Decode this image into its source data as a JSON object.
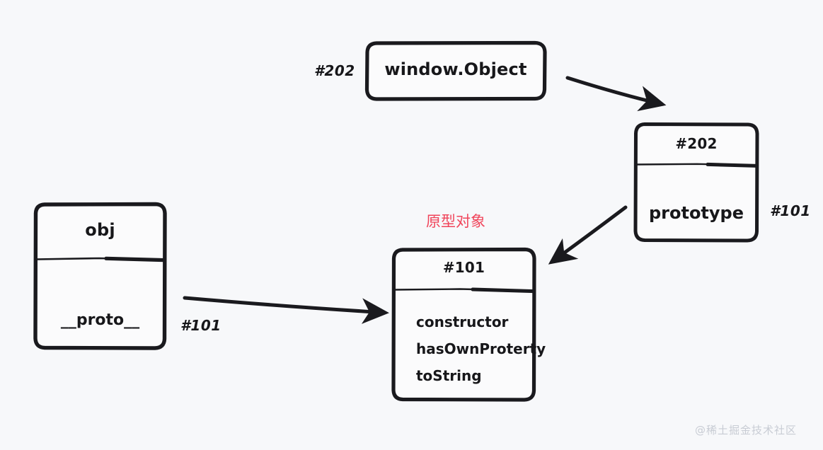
{
  "diagram": {
    "title": "JavaScript prototype chain diagram",
    "background_color": "#f7f8fa",
    "stroke_color": "#1a1a1e",
    "accent_color": "#f0455b",
    "watermark_color": "#c8ccd4"
  },
  "nodes": {
    "window_object": {
      "title": "window.Object",
      "ref_label": "#202"
    },
    "object_prototype_holder": {
      "title": "#202",
      "value": "prototype",
      "ref_label": "#101"
    },
    "obj": {
      "title": "obj",
      "value": "__proto__",
      "ref_label": "#101"
    },
    "prototype_object": {
      "title": "#101",
      "note": "原型对象",
      "properties": [
        "constructor",
        "hasOwnProterty",
        "toString"
      ]
    }
  },
  "arrows": [
    {
      "name": "window-object-to-prototype-holder",
      "from": "window.Object",
      "to": "#202 box"
    },
    {
      "name": "prototype-holder-to-prototype-object",
      "from": "#202 box",
      "to": "#101 box"
    },
    {
      "name": "obj-proto-to-prototype-object",
      "from": "obj.__proto__",
      "to": "#101 box"
    }
  ],
  "watermark": {
    "text": "@稀土掘金技术社区"
  }
}
